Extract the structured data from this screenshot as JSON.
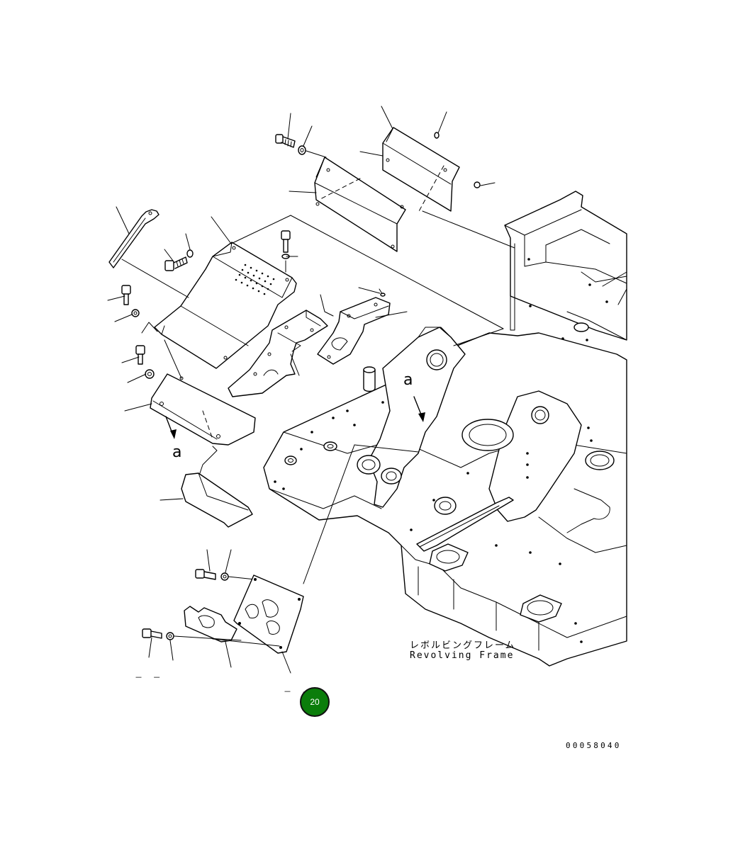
{
  "diagram": {
    "part_label_jp": "レボルビングフレーム",
    "part_label_en": "Revolving Frame",
    "view_marker_1": "a",
    "view_marker_2": "a",
    "figure_code": "00058040",
    "badge_number": "20",
    "placeholder_left": "－ －",
    "placeholder_right": "－ -",
    "colors": {
      "badge": "#0b7d0b",
      "line": "#000000"
    }
  }
}
